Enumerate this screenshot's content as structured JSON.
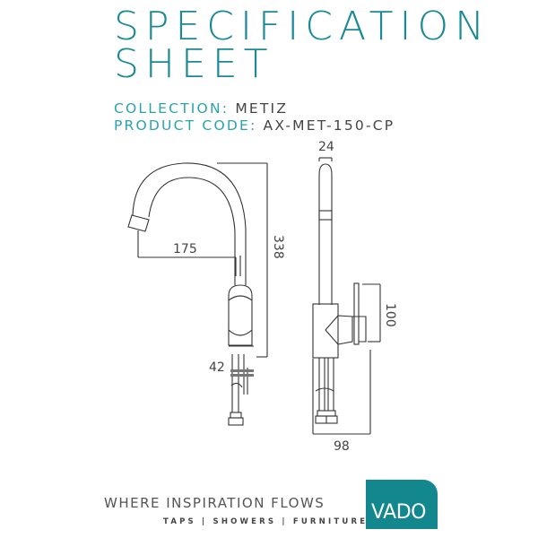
{
  "header": {
    "title_line1": "SPECIFICATION",
    "title_line2": "SHEET",
    "collection_label": "COLLECTION:",
    "collection_value": "METIZ",
    "product_code_label": "PRODUCT CODE:",
    "product_code_value": "AX-MET-150-CP"
  },
  "drawing": {
    "dimensions": {
      "spout_reach": "175",
      "height": "338",
      "base_width": "42",
      "spout_width": "24",
      "lever_height": "100",
      "depth": "98"
    }
  },
  "footer": {
    "tagline": "WHERE INSPIRATION FLOWS",
    "subtagline": "TAPS | SHOWERS | FURNITURE",
    "logo_text": "VADO"
  },
  "colors": {
    "brand_teal": "#13878e",
    "title_teal": "#1a8a96",
    "label_teal": "#2aa3ae"
  }
}
